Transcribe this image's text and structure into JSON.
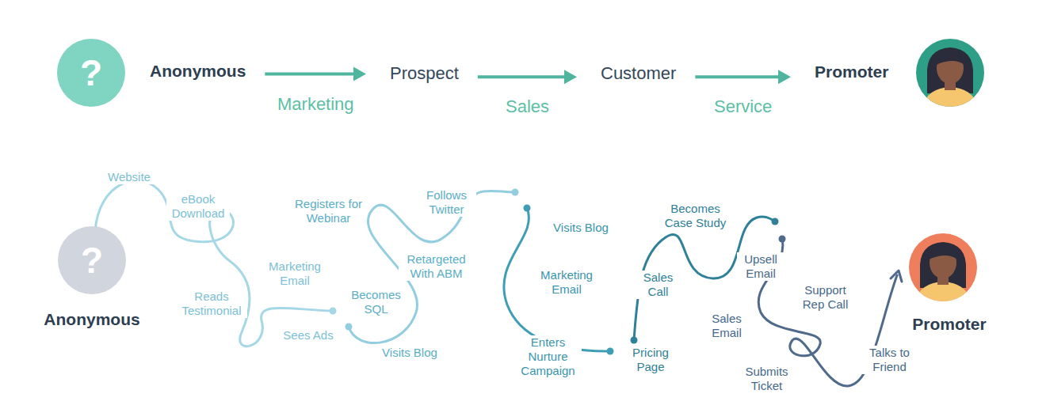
{
  "diagram": {
    "nodes": [
      {
        "text": [
          "?"
        ]
      },
      {
        "text": [
          "Anonymous"
        ]
      },
      {
        "text": [
          "Prospect"
        ]
      },
      {
        "text": [
          "Customer"
        ]
      },
      {
        "text": [
          "Promoter"
        ]
      },
      {
        "text": [
          "?",
          "Anonymous"
        ]
      }
    ],
    "edges": [
      {
        "from": 1,
        "to": 2,
        "arrow": "to",
        "label": "Marketing"
      },
      {
        "from": 2,
        "to": 3,
        "arrow": "to",
        "label": "Sales"
      },
      {
        "from": 3,
        "to": 4,
        "arrow": "to",
        "label": "Service"
      }
    ],
    "labels": [
      "Website",
      "eBook Download",
      "Marketing Email",
      "Reads Testimonial",
      "Sees Ads",
      "Registers for Webinar",
      "Becomes SQL",
      "Visits Blog",
      "Follows Twitter",
      "Retargeted With ABM",
      "Visits Blog",
      "Marketing Email",
      "Enters Nurture Campaign",
      "Pricing Page",
      "Sales Call",
      "Becomes Case Study",
      "Upsell Email",
      "Sales Email",
      "Support Rep Call",
      "Submits Ticket",
      "Talks to Friend",
      "Promoter"
    ]
  }
}
